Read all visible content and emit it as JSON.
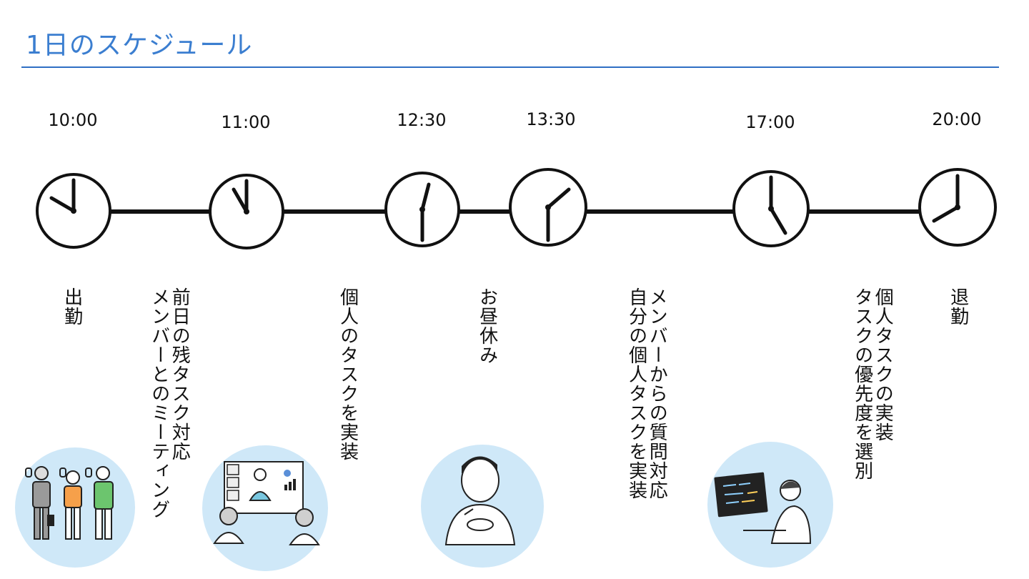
{
  "title": "1日のスケジュール",
  "colors": {
    "title": "#3b7ed0",
    "rule": "#2f6fc4",
    "illustration_bg": "#cfe8f8"
  },
  "schedule": [
    {
      "time": "10:00",
      "lines": [
        "出勤"
      ],
      "illustration": "commuters-illustration"
    },
    {
      "time": "11:00",
      "lines": [
        "前日の残タスク対応",
        "メンバーとのミーティング"
      ],
      "illustration": "video-meeting-illustration"
    },
    {
      "time": "12:30",
      "lines": [
        "個人のタスクを実装"
      ]
    },
    {
      "time": "13:30",
      "lines": [
        "お昼休み"
      ],
      "illustration": "lunch-illustration"
    },
    {
      "time": "17:00",
      "lines": [
        "メンバーからの質問対応",
        "自分の個人タスクを実装"
      ],
      "illustration": "coding-illustration"
    },
    {
      "time": "20:00",
      "lines": [
        "個人タスクの実装",
        "タスクの優先度を選別"
      ]
    },
    {
      "time": "",
      "lines": [
        "退勤"
      ]
    }
  ]
}
